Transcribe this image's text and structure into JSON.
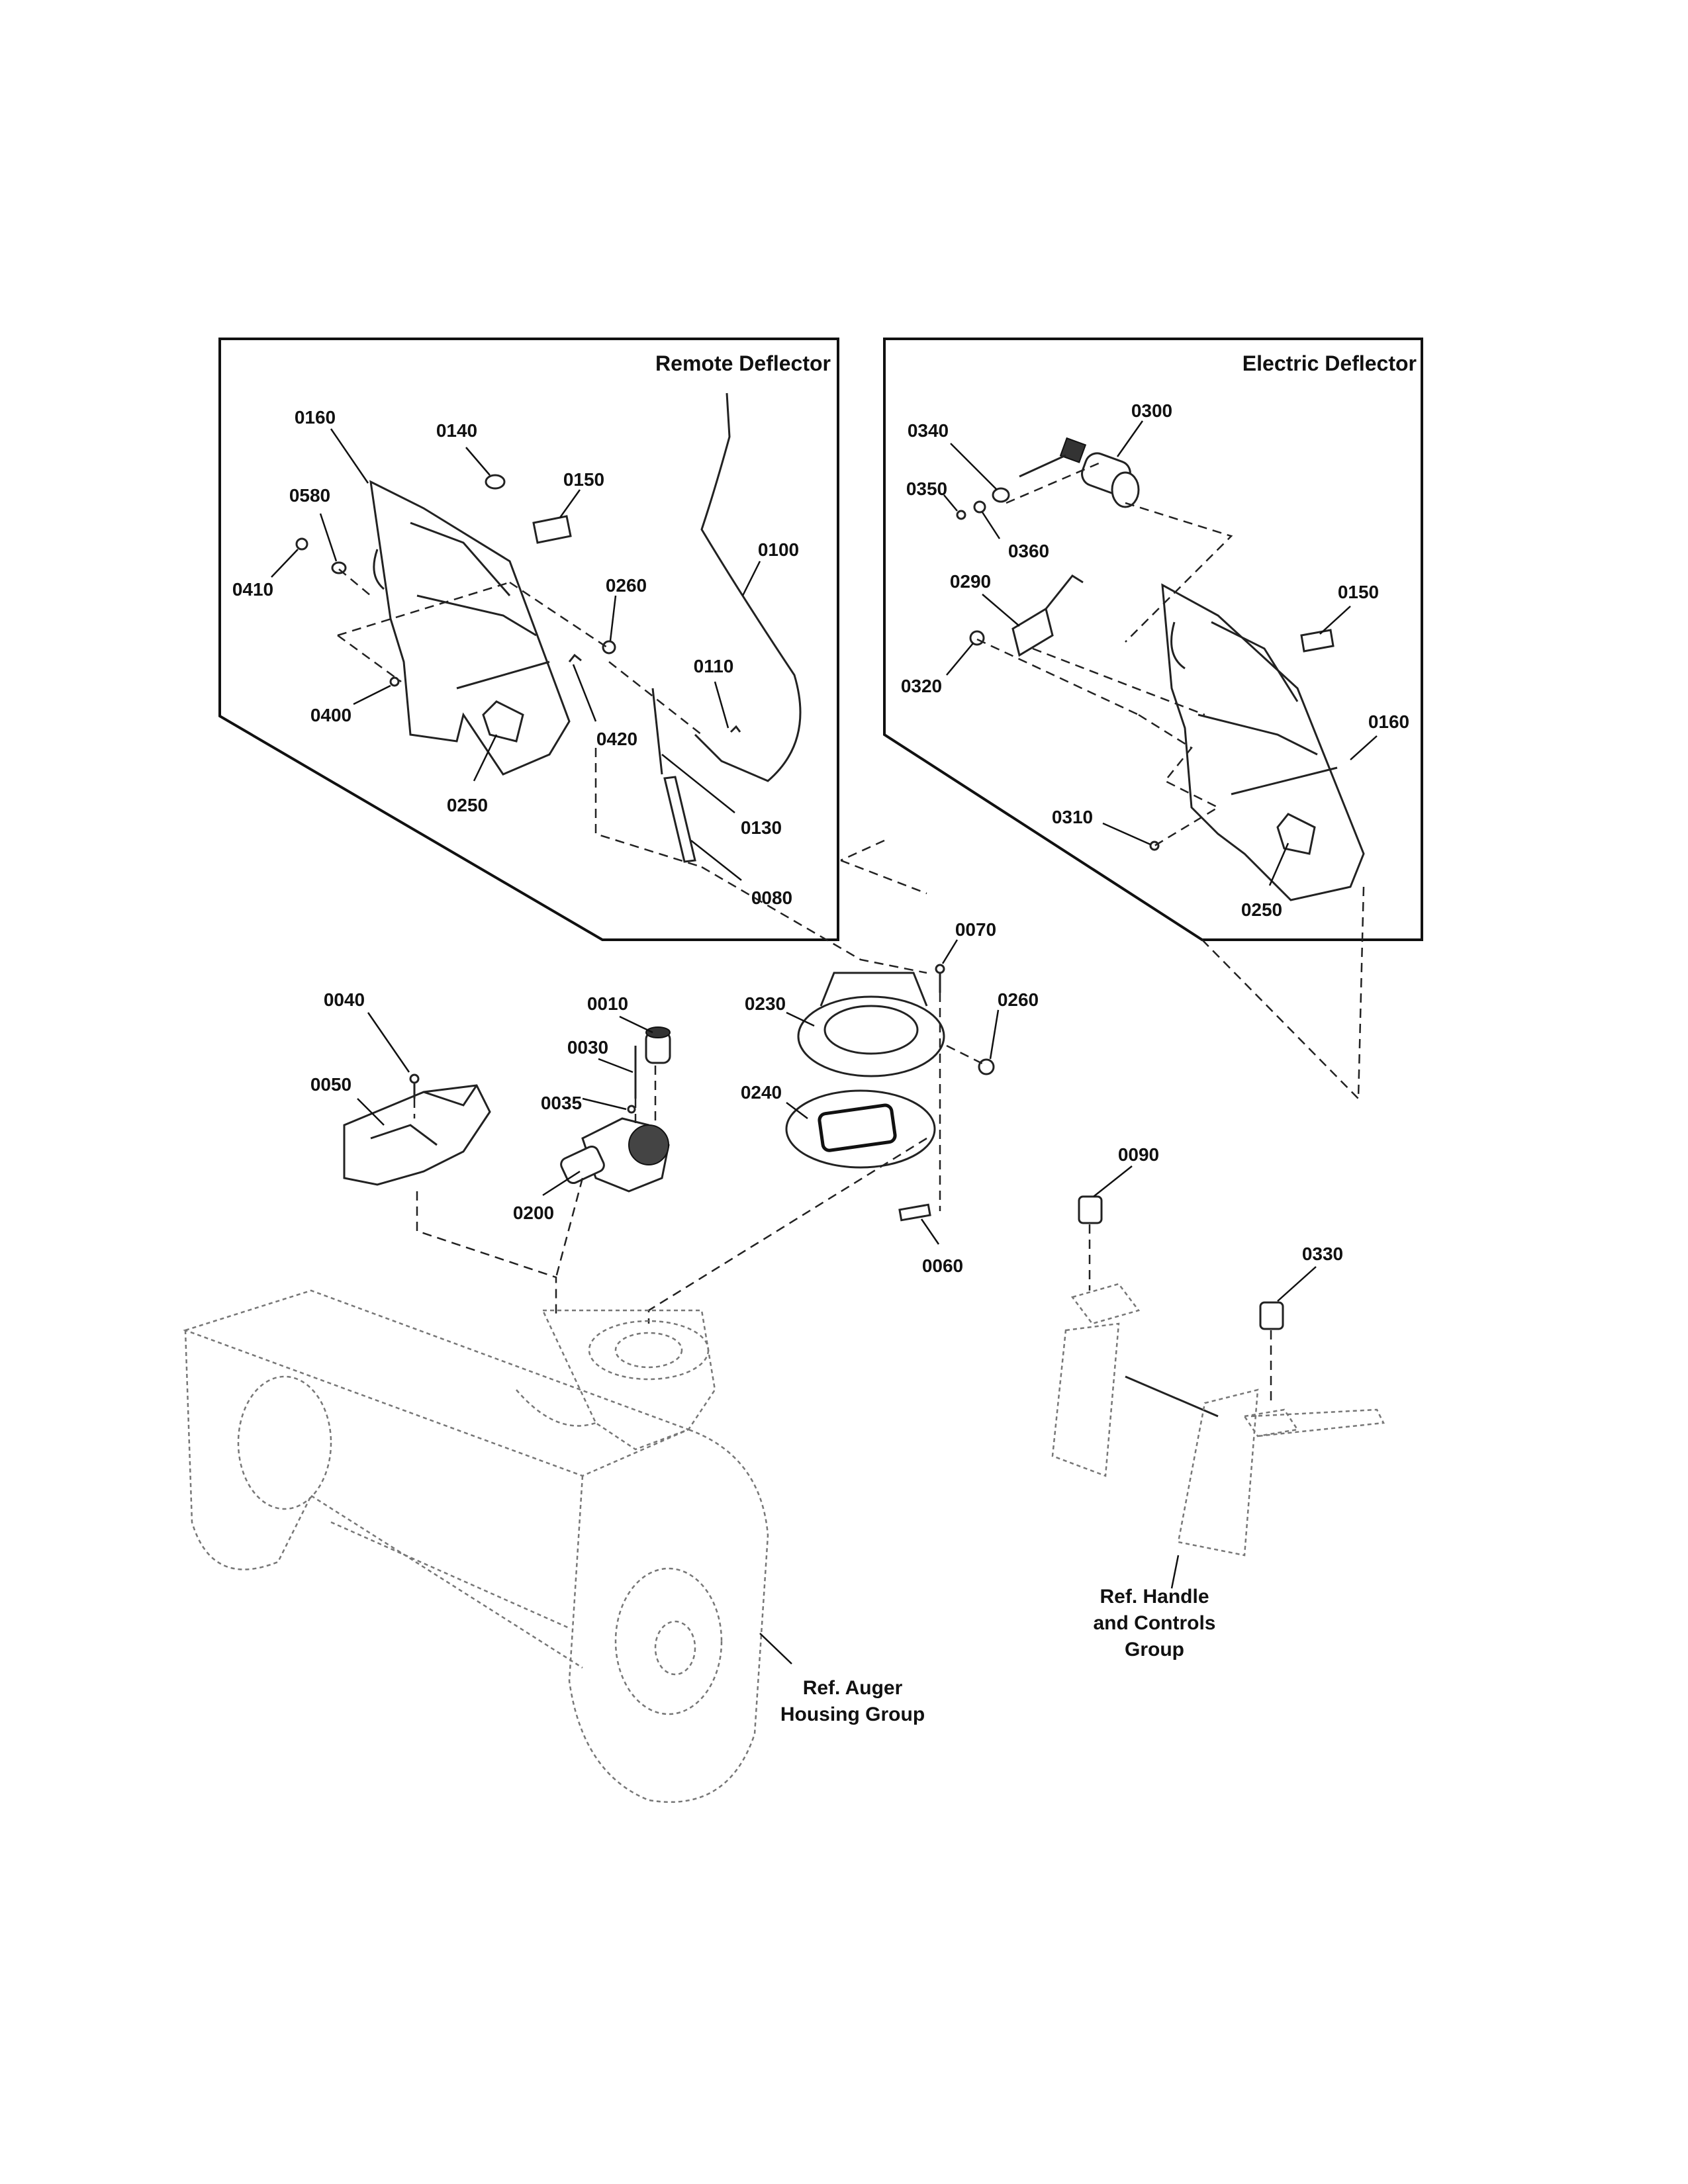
{
  "panels": {
    "remote_title": "Remote Deflector",
    "electric_title": "Electric Deflector"
  },
  "labels": {
    "p0160_remote": "0160",
    "p0140": "0140",
    "p0150_remote": "0150",
    "p0580": "0580",
    "p0410": "0410",
    "p0100": "0100",
    "p0260_remote": "0260",
    "p0110": "0110",
    "p0400": "0400",
    "p0420": "0420",
    "p0250_remote": "0250",
    "p0130": "0130",
    "p0080": "0080",
    "p0340": "0340",
    "p0300": "0300",
    "p0350": "0350",
    "p0360": "0360",
    "p0290": "0290",
    "p0150_electric": "0150",
    "p0320": "0320",
    "p0160_electric": "0160",
    "p0310": "0310",
    "p0250_electric": "0250",
    "p0070": "0070",
    "p0040": "0040",
    "p0010": "0010",
    "p0230": "0230",
    "p0260_main": "0260",
    "p0030": "0030",
    "p0050": "0050",
    "p0035": "0035",
    "p0240": "0240",
    "p0200": "0200",
    "p0090": "0090",
    "p0060": "0060",
    "p0330": "0330"
  },
  "references": {
    "auger_line1": "Ref. Auger",
    "auger_line2": "Housing Group",
    "handle_line1": "Ref. Handle",
    "handle_line2": "and Controls",
    "handle_line3": "Group"
  }
}
